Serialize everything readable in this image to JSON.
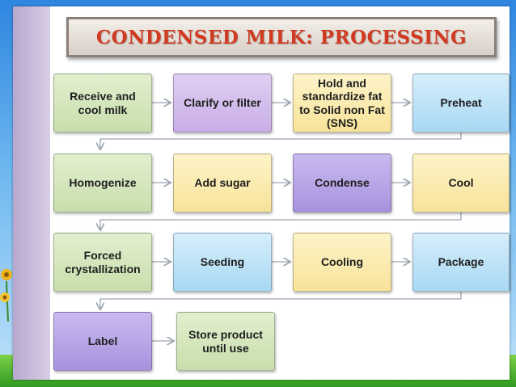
{
  "title": "CONDENSED MILK: PROCESSING",
  "steps": [
    "Receive and cool milk",
    "Clarify or filter",
    "Hold and standardize fat to Solid non Fat (SNS)",
    "Preheat",
    "Homogenize",
    "Add sugar",
    "Condense",
    "Cool",
    "Forced crystallization",
    "Seeding",
    "Cooling",
    "Package",
    "Label",
    "Store product until use"
  ],
  "colors": {
    "title_text": "#d03a20",
    "green": "#d4e6bc",
    "lavender": "#d4bfee",
    "yellow": "#f9eab0",
    "blue": "#bde3f7",
    "purple": "#b7a6e6",
    "arrow": "#9aa5b0"
  }
}
